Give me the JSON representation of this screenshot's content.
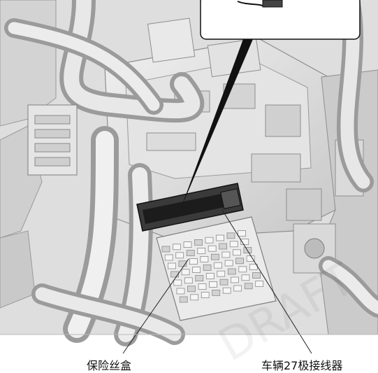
{
  "labels": {
    "fuse_box": "保险丝盒",
    "connector": "车辆27极接线器"
  },
  "watermark": "DRAFT",
  "colors": {
    "ink": "#111111",
    "shade_light": "#e6e6e6",
    "shade_mid": "#cfcfcf",
    "shade_dark": "#a9a9a9"
  }
}
